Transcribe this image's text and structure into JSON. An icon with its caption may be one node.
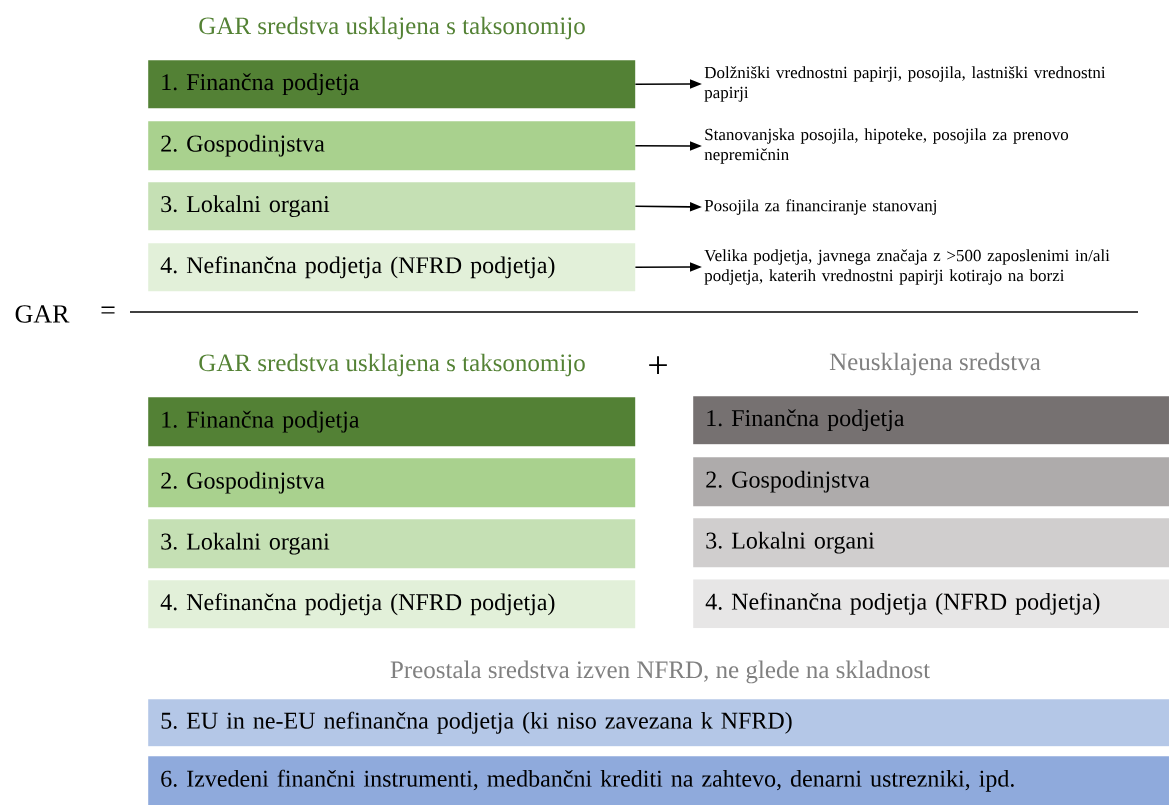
{
  "diagram": {
    "nodes": [
      {
        "text": [
          "1. Finančna podjetja"
        ]
      },
      {
        "text": [
          "2. Gospodinjstva"
        ]
      },
      {
        "text": [
          "3. Lokalni organi"
        ]
      },
      {
        "text": [
          "4. Nefinančna podjetja (NFRD podjetja)"
        ]
      },
      {
        "text": [
          "Dolžniški vrednostni papirji, posojila, lastniški vrednostni papirji"
        ]
      },
      {
        "text": [
          "Stanovanjska posojila, hipoteke, posojila za prenovo nepremičnin"
        ]
      },
      {
        "text": [
          "Posojila za financiranje stanovanj"
        ]
      },
      {
        "text": [
          "Velika podjetja, javnega značaja z >500 zaposlenimi in/ali podjetja, katerih vrednostni papirji kotirajo na borzi"
        ]
      },
      {
        "text": [
          "1. Finančna podjetja"
        ]
      },
      {
        "text": [
          "2. Gospodinjstva"
        ]
      },
      {
        "text": [
          "3. Lokalni organi"
        ]
      },
      {
        "text": [
          "4. Nefinančna podjetja (NFRD podjetja)"
        ]
      },
      {
        "text": [
          "1. Finančna podjetja"
        ]
      },
      {
        "text": [
          "2. Gospodinjstva"
        ]
      },
      {
        "text": [
          "3. Lokalni organi"
        ]
      },
      {
        "text": [
          "4. Nefinančna podjetja (NFRD podjetja)"
        ]
      },
      {
        "text": [
          "5. EU in ne-EU nefinančna podjetja (ki niso zavezana k NFRD)"
        ]
      },
      {
        "text": [
          "6. Izvedeni finančni instrumenti, medbančni krediti na zahtevo, denarni ustrezniki, ipd."
        ]
      }
    ],
    "edges": [
      {
        "from": 0,
        "to": 4,
        "arrow": "to"
      },
      {
        "from": 1,
        "to": 5,
        "arrow": "to"
      },
      {
        "from": 2,
        "to": 6,
        "arrow": "to"
      },
      {
        "from": 3,
        "to": 7,
        "arrow": "to"
      }
    ],
    "labels": [
      "GAR sredstva usklajena s taksonomijo",
      "GAR",
      "=",
      "GAR sredstva usklajena s taksonomijo",
      "+",
      "Neusklajena sredstva",
      "Preostala sredstva izven NFRD, ne glede na skladnost"
    ]
  }
}
